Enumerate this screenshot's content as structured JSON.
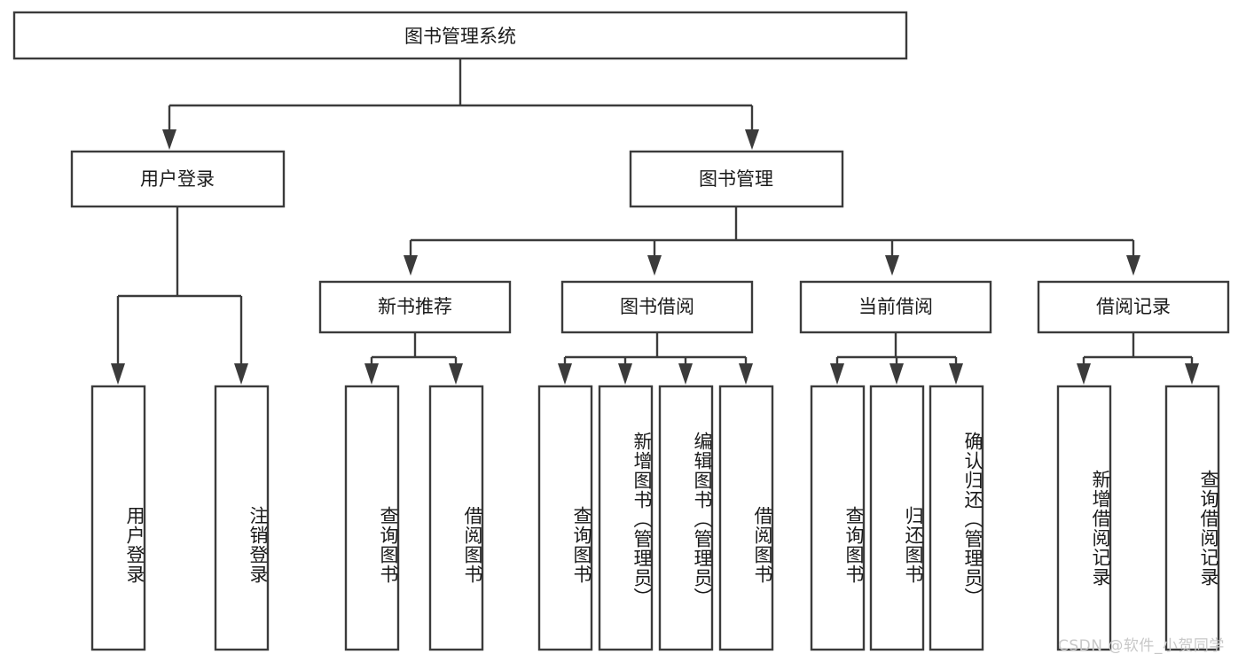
{
  "diagram": {
    "type": "tree-hierarchy",
    "title": "图书管理系统",
    "orientation": "top-down",
    "colors": {
      "box_fill": "#ffffff",
      "box_stroke": "#3b3b3b",
      "text": "#1a1a1a",
      "background": "#ffffff",
      "watermark": "#c8c8c8"
    },
    "root": {
      "label": "图书管理系统",
      "level": 0
    },
    "level1": [
      {
        "label": "用户登录"
      },
      {
        "label": "图书管理"
      }
    ],
    "level2": [
      {
        "label": "新书推荐",
        "parent": "图书管理"
      },
      {
        "label": "图书借阅",
        "parent": "图书管理"
      },
      {
        "label": "当前借阅",
        "parent": "图书管理"
      },
      {
        "label": "借阅记录",
        "parent": "图书管理"
      }
    ],
    "leaves": {
      "user_login": [
        {
          "label": "用户登录"
        },
        {
          "label": "注销登录"
        }
      ],
      "new_book_recommend": [
        {
          "label": "查询图书"
        },
        {
          "label": "借阅图书"
        }
      ],
      "book_borrow": [
        {
          "label": "查询图书"
        },
        {
          "label": "新增图书（管理员）"
        },
        {
          "label": "编辑图书（管理员）"
        },
        {
          "label": "借阅图书"
        }
      ],
      "current_borrow": [
        {
          "label": "查询图书"
        },
        {
          "label": "归还图书"
        },
        {
          "label": "确认归还（管理员）"
        }
      ],
      "borrow_record": [
        {
          "label": "新增借阅记录"
        },
        {
          "label": "查询借阅记录"
        }
      ]
    }
  },
  "watermark": {
    "text": "CSDN @软件_小贺同学"
  }
}
